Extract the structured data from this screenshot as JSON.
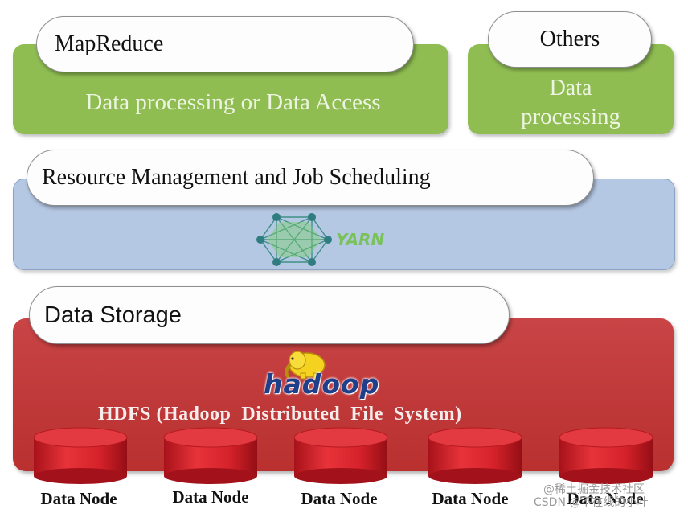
{
  "top_left": {
    "title": "MapReduce",
    "subtitle": "Data processing or Data Access"
  },
  "top_right": {
    "title": "Others",
    "subtitle_line1": "Data",
    "subtitle_line2": "processing"
  },
  "middle": {
    "title": "Resource Management and Job Scheduling",
    "logo_text": "YARN"
  },
  "bottom": {
    "title": "Data Storage",
    "logo_text": "hadoop",
    "hdfs_label": "HDFS (Hadoop  Distributed  File  System)",
    "nodes": [
      "Data Node",
      "Data Node",
      "Data Node",
      "Data Node",
      "Data Node"
    ]
  },
  "watermark": {
    "line1": "@稀土掘金技术社区",
    "line2": "CSDN @不在线的小叶"
  },
  "colors": {
    "green": "#8fbd52",
    "blue": "#b5c8e3",
    "red": "#c33b3d",
    "node_red": "#d8202a"
  }
}
